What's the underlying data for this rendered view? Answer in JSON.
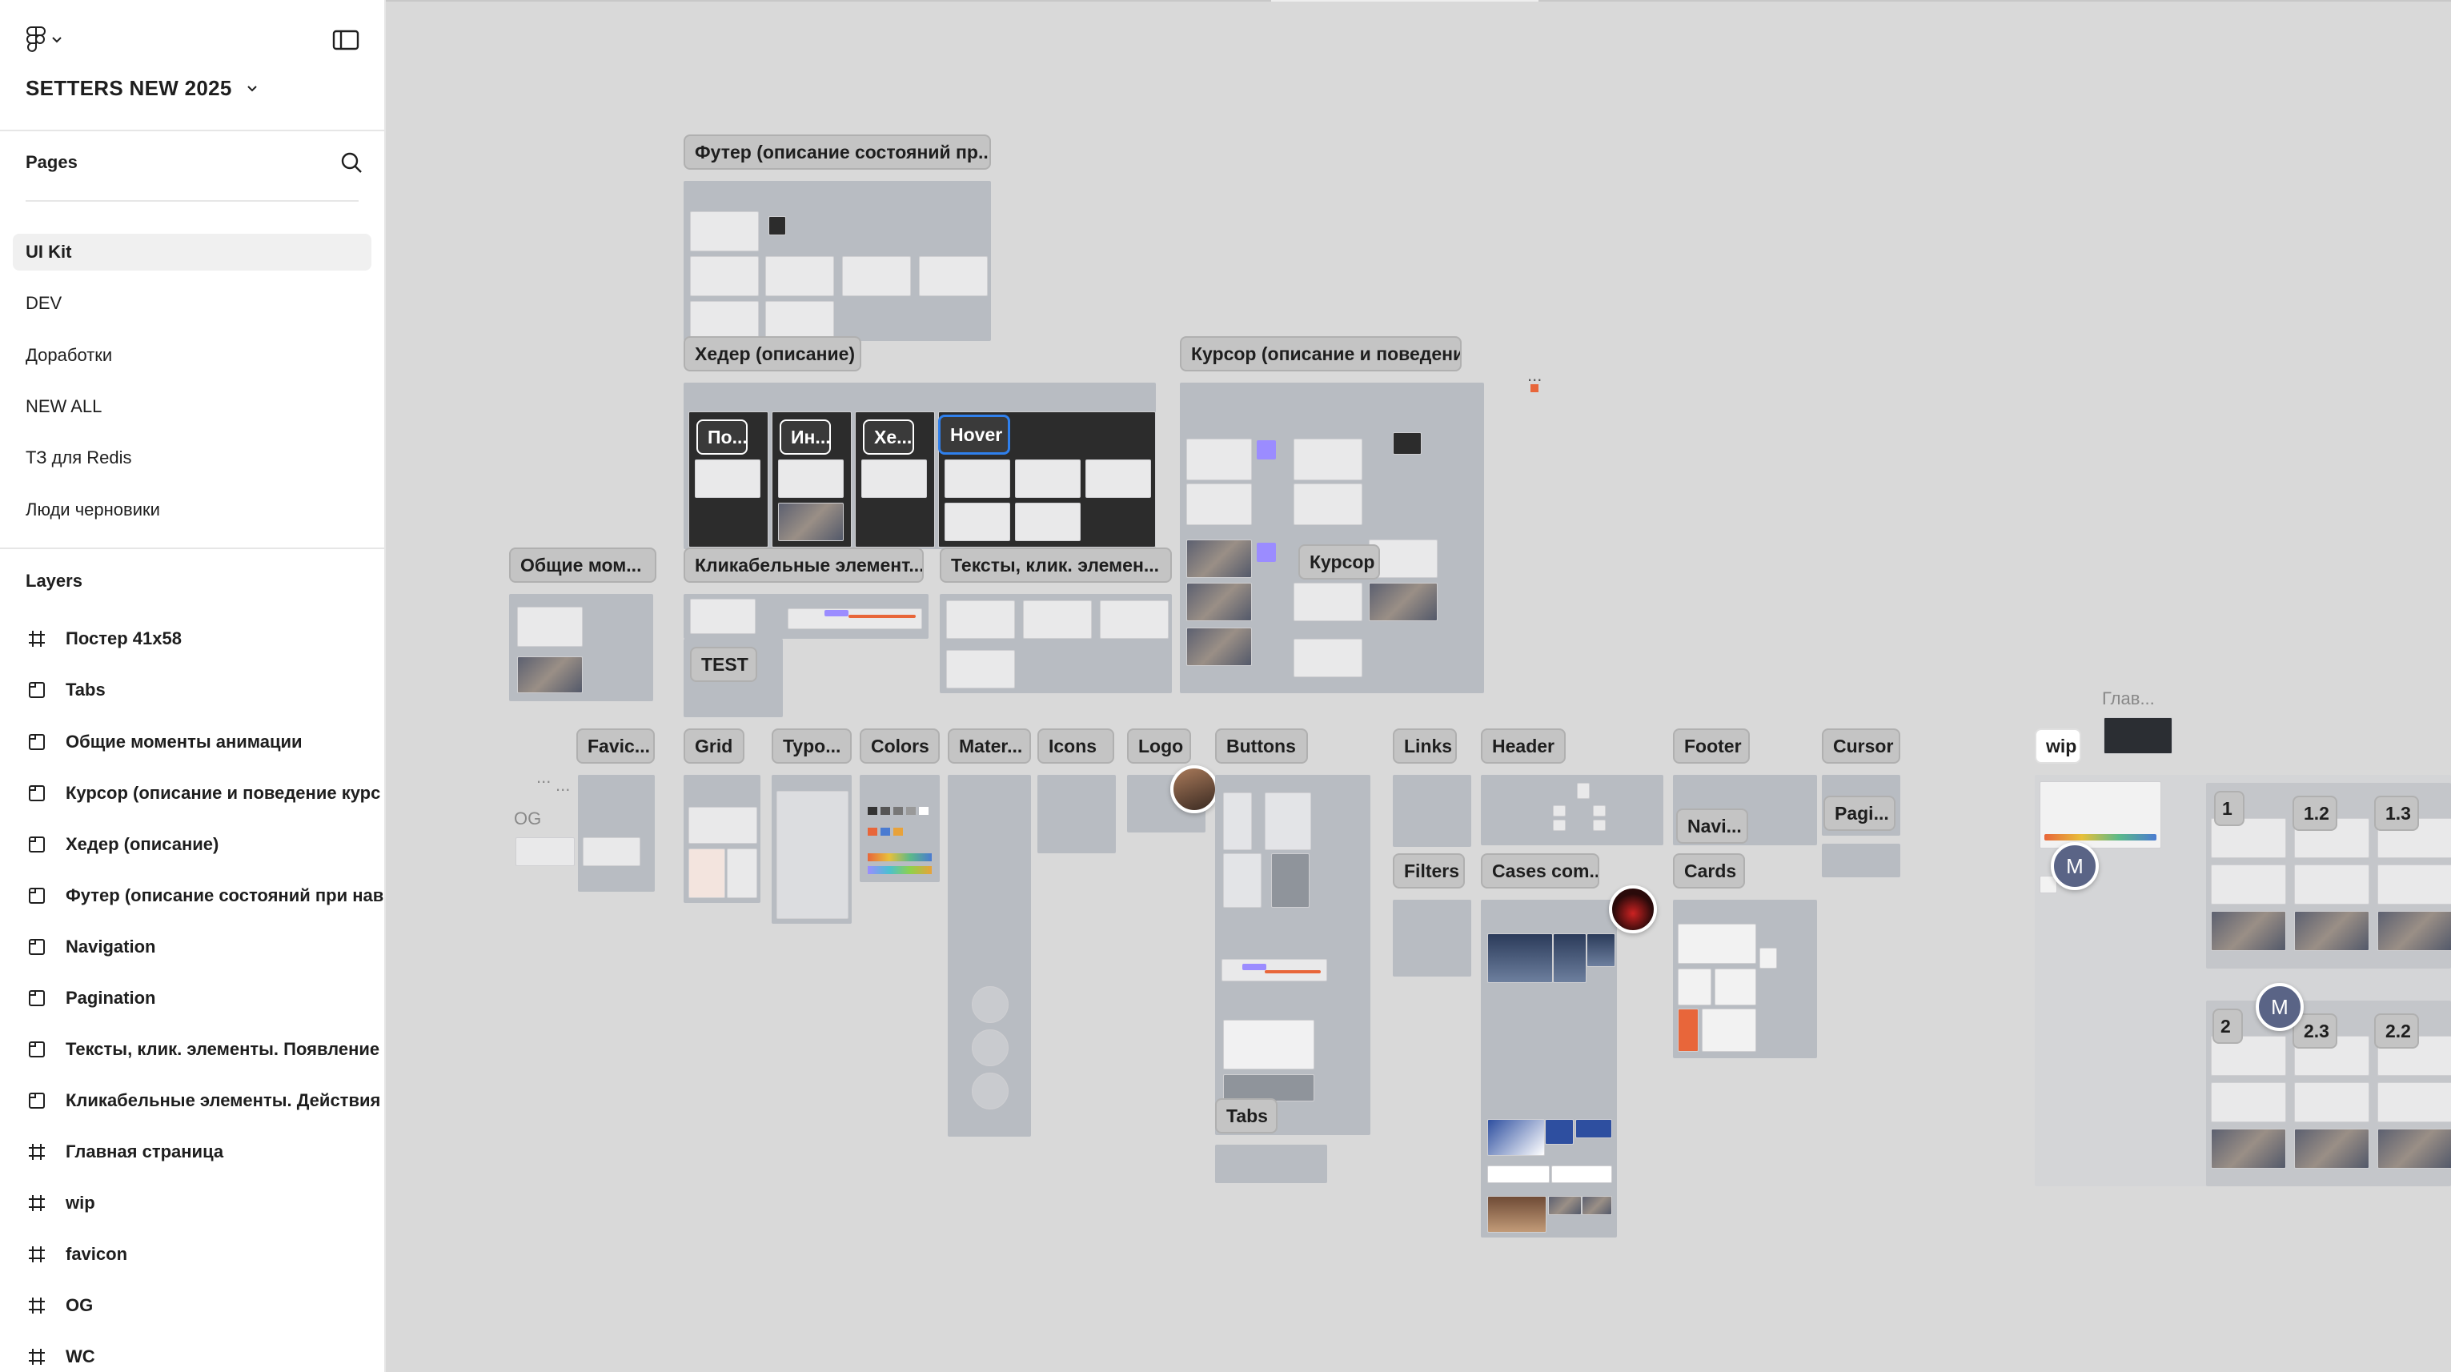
{
  "file": {
    "name": "SETTERS NEW 2025"
  },
  "sidebar": {
    "pages_heading": "Pages",
    "pages": [
      {
        "label": "UI Kit",
        "selected": true
      },
      {
        "label": "DEV"
      },
      {
        "label": "Доработки"
      },
      {
        "label": "NEW ALL"
      },
      {
        "label": "ТЗ для Redis"
      },
      {
        "label": "Люди черновики"
      }
    ],
    "layers_heading": "Layers",
    "layers": [
      {
        "label": "Постер 41х58",
        "icon": "frame-icon"
      },
      {
        "label": "Tabs",
        "icon": "section-icon"
      },
      {
        "label": "Общие моменты анимации",
        "icon": "section-icon"
      },
      {
        "label": "Курсор (описание и поведение курс",
        "icon": "section-icon"
      },
      {
        "label": "Хедер (описание)",
        "icon": "section-icon"
      },
      {
        "label": "Футер (описание состояний при нав",
        "icon": "section-icon"
      },
      {
        "label": "Navigation",
        "icon": "section-icon"
      },
      {
        "label": "Pagination",
        "icon": "section-icon"
      },
      {
        "label": "Тексты, клик. элементы. Появление",
        "icon": "section-icon"
      },
      {
        "label": "Кликабельные элементы. Действия",
        "icon": "section-icon"
      },
      {
        "label": "Главная страница",
        "icon": "frame-icon"
      },
      {
        "label": "wip",
        "icon": "frame-icon"
      },
      {
        "label": "favicon",
        "icon": "frame-icon"
      },
      {
        "label": "OG",
        "icon": "frame-icon"
      },
      {
        "label": "WC",
        "icon": "frame-icon"
      }
    ]
  },
  "canvas": {
    "sections": {
      "footer_states": "Футер (описание состояний пр...",
      "header_desc": "Хедер (описание)",
      "cursor_desc": "Курсор (описание и поведени...",
      "general": "Общие мом...",
      "clickable": "Кликабельные элемент...",
      "texts": "Тексты, клик. элемен...",
      "cursor": "Курсор",
      "test": "TEST",
      "po": "По...",
      "in": "Ин...",
      "he": "Хе...",
      "hover": "Hover",
      "favicon": "Favic...",
      "grid": "Grid",
      "typo": "Typo...",
      "colors": "Colors",
      "materials": "Mater...",
      "icons": "Icons",
      "logo": "Logo",
      "buttons": "Buttons",
      "links": "Links",
      "filters": "Filters",
      "header": "Header",
      "cases": "Cases com...",
      "footer": "Footer",
      "navi": "Navi...",
      "cards": "Cards",
      "cursor_short": "Cursor",
      "pagi": "Pagi...",
      "tabs": "Tabs",
      "wip": "wip",
      "glav": "Глав...",
      "og": "OG",
      "n1": "1",
      "n12": "1.2",
      "n13": "1.3",
      "n2": "2",
      "n23": "2.3",
      "n22": "2.2"
    },
    "avatars": {
      "m1": "M",
      "m2": "M"
    },
    "ellipsis": "..."
  },
  "colors": {
    "canvas_bg": "#d9d9d9",
    "frame_bg": "#b8bcc2",
    "selection_blue": "#2f80ed",
    "avatar_m": "#5a6486",
    "accent_orange": "#e8663a"
  }
}
